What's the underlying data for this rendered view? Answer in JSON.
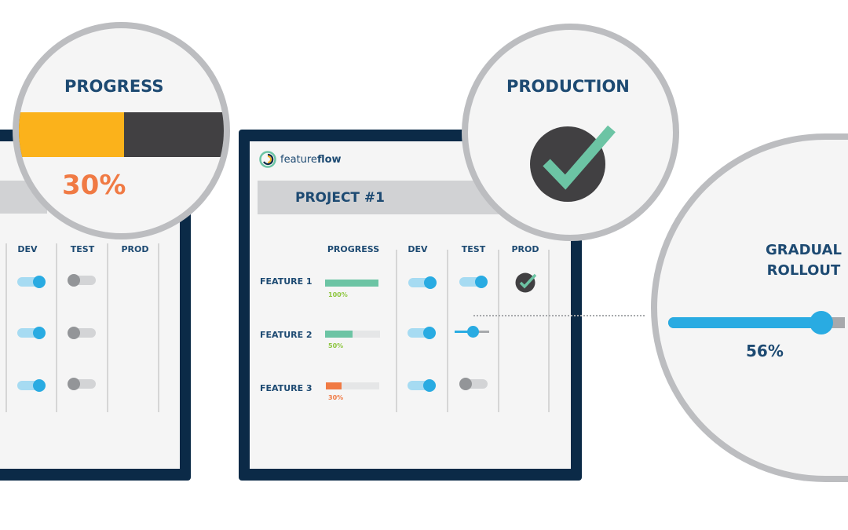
{
  "left_window": {
    "columns": [
      "DEV",
      "TEST",
      "PROD"
    ],
    "rows": [
      {
        "dev": true,
        "test": false
      },
      {
        "dev": true,
        "test": false
      },
      {
        "dev": true,
        "test": false
      }
    ]
  },
  "main_window": {
    "logo": {
      "text_light": "feature",
      "text_bold": "flow"
    },
    "project_title": "PROJECT #1",
    "columns": [
      "PROGRESS",
      "DEV",
      "TEST",
      "PROD"
    ],
    "features": [
      {
        "name": "FEATURE 1",
        "progress": 100,
        "progress_label": "100%",
        "progress_color": "#6cc4a4",
        "label_color": "#8dc63f",
        "dev": "on",
        "test": "on",
        "prod": "check"
      },
      {
        "name": "FEATURE 2",
        "progress": 50,
        "progress_label": "50%",
        "progress_color": "#6cc4a4",
        "label_color": "#8dc63f",
        "dev": "on",
        "test": "slider",
        "prod": ""
      },
      {
        "name": "FEATURE 3",
        "progress": 30,
        "progress_label": "30%",
        "progress_color": "#f07a44",
        "label_color": "#f07a44",
        "dev": "on",
        "test": "off",
        "prod": ""
      }
    ]
  },
  "progress_callout": {
    "title": "PROGRESS",
    "value": 30,
    "value_label": "30%",
    "fill_color": "#fbb21b"
  },
  "production_callout": {
    "title": "PRODUCTION"
  },
  "rollout_callout": {
    "title_line1": "GRADUAL",
    "title_line2": "ROLLOUT",
    "value": 56,
    "value_label": "56%"
  }
}
